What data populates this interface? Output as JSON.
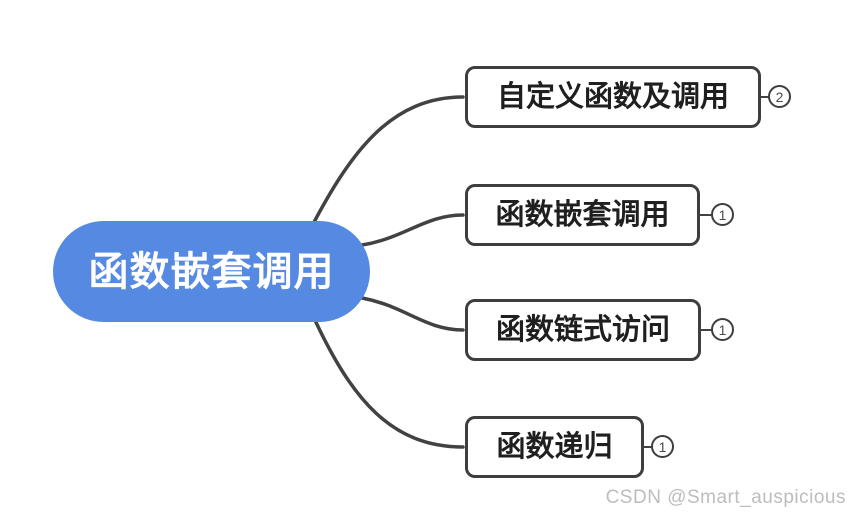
{
  "mindmap": {
    "root": {
      "label": "函数嵌套调用"
    },
    "branches": [
      {
        "label": "自定义函数及调用",
        "badge_count": "2"
      },
      {
        "label": "函数嵌套调用",
        "badge_count": "1"
      },
      {
        "label": "函数链式访问",
        "badge_count": "1"
      },
      {
        "label": "函数递归",
        "badge_count": "1"
      }
    ]
  },
  "watermark": {
    "label": "CSDN @Smart_auspicious"
  },
  "colors": {
    "root_fill": "#5689E2",
    "root_text": "#ffffff",
    "branch_border": "#3E3E3E",
    "branch_text": "#1F1F1F",
    "connector": "#424242",
    "badge_border": "#3E3E3E",
    "badge_text": "#4A4A4A",
    "watermark_text": "#BDBDBD",
    "canvas_bg": "#ffffff"
  }
}
